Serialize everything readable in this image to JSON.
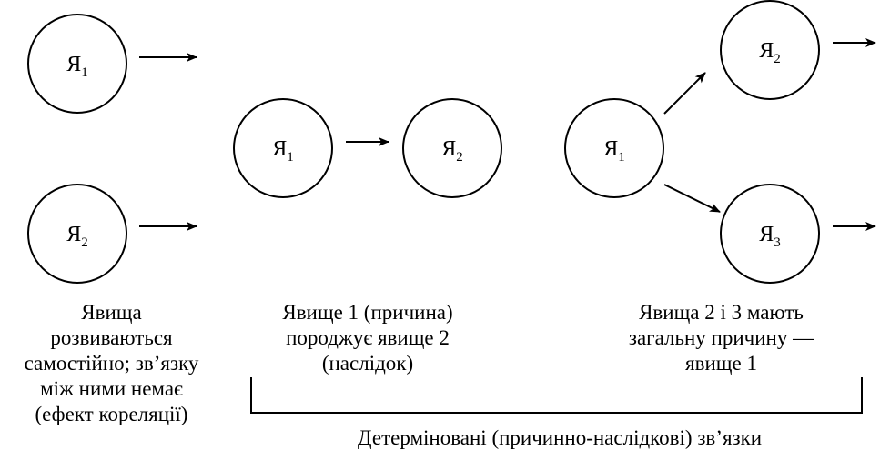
{
  "nodes": [
    {
      "id": "n1",
      "letter": "Я",
      "sub": "1"
    },
    {
      "id": "n2",
      "letter": "Я",
      "sub": "2"
    },
    {
      "id": "n3",
      "letter": "Я",
      "sub": "1"
    },
    {
      "id": "n4",
      "letter": "Я",
      "sub": "2"
    },
    {
      "id": "n5",
      "letter": "Я",
      "sub": "1"
    },
    {
      "id": "n6",
      "letter": "Я",
      "sub": "2"
    },
    {
      "id": "n7",
      "letter": "Я",
      "sub": "3"
    }
  ],
  "captions": {
    "independent": [
      "Явища",
      "розвиваються",
      "самостійно; зв’язку",
      "між ними немає",
      "(ефект кореляції)"
    ],
    "causal": [
      "Явище 1 (причина)",
      "породжує явище 2",
      "(наслідок)"
    ],
    "common_cause": [
      "Явища 2 і 3 мають",
      "загальну причину —",
      "явище 1"
    ]
  },
  "bracket_label": "Детерміновані (причинно-наслідкові) зв’язки"
}
